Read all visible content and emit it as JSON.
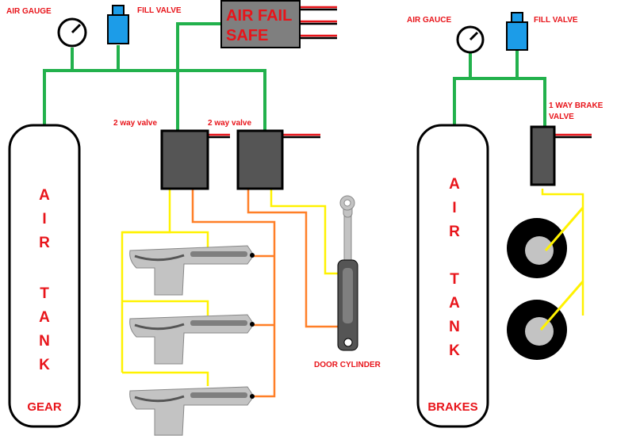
{
  "labels": {
    "air_gauge_left": "AIR GAUGE",
    "fill_valve_left": "FILL VALVE",
    "air_fail_safe_line1": "AIR FAIL",
    "air_fail_safe_line2": "SAFE",
    "two_way_valve_1": "2 way valve",
    "two_way_valve_2": "2 way valve",
    "door_cylinder": "DOOR CYLINDER",
    "air_gauge_right": "AIR GAUCE",
    "fill_valve_right": "FILL VALVE",
    "brake_valve_line1": "1 WAY BRAKE",
    "brake_valve_line2": "VALVE"
  },
  "tanks": {
    "gear": {
      "letters": [
        "A",
        "I",
        "R",
        "T",
        "A",
        "N",
        "K"
      ],
      "caption": "GEAR"
    },
    "brakes": {
      "letters": [
        "A",
        "I",
        "R",
        "T",
        "A",
        "N",
        "K"
      ],
      "caption": "BRAKES"
    }
  },
  "colors": {
    "label_red": "#e8141a",
    "air_line_green": "#22b14c",
    "control_line_yellow": "#fff200",
    "control_line_orange": "#ff7f27",
    "valve_grey": "#555555",
    "fill_valve_blue": "#1c9ce8",
    "wire_red": "#e8141a",
    "wire_black": "#000000"
  },
  "icons": [
    "air-gauge-icon",
    "fill-valve-icon",
    "landing-gear-strut-icon",
    "door-cylinder-icon",
    "wheel-icon"
  ]
}
